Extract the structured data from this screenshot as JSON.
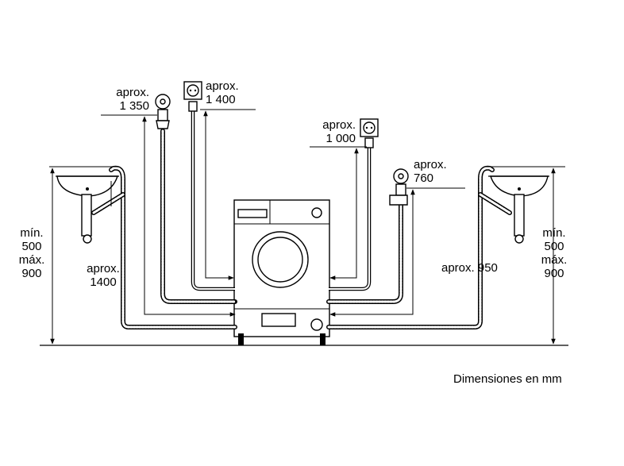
{
  "labels": {
    "water_tap_left": {
      "line1": "aprox.",
      "line2": "1 350"
    },
    "socket_left": {
      "line1": "aprox.",
      "line2": "1 400"
    },
    "socket_right": {
      "line1": "aprox.",
      "line2": "1 000"
    },
    "water_tap_right": {
      "line1": "aprox.",
      "line2": "760"
    },
    "drain_hose_left": {
      "line1": "aprox.",
      "line2": "1400"
    },
    "drain_hose_right": {
      "text": "aprox. 950"
    },
    "sink_height_left": {
      "line1": "mín.",
      "line2": "500",
      "line3": "máx.",
      "line4": "900"
    },
    "sink_height_right": {
      "line1": "mín.",
      "line2": "500",
      "line3": "máx.",
      "line4": "900"
    }
  },
  "footer": {
    "units_note": "Dimensiones en mm"
  }
}
